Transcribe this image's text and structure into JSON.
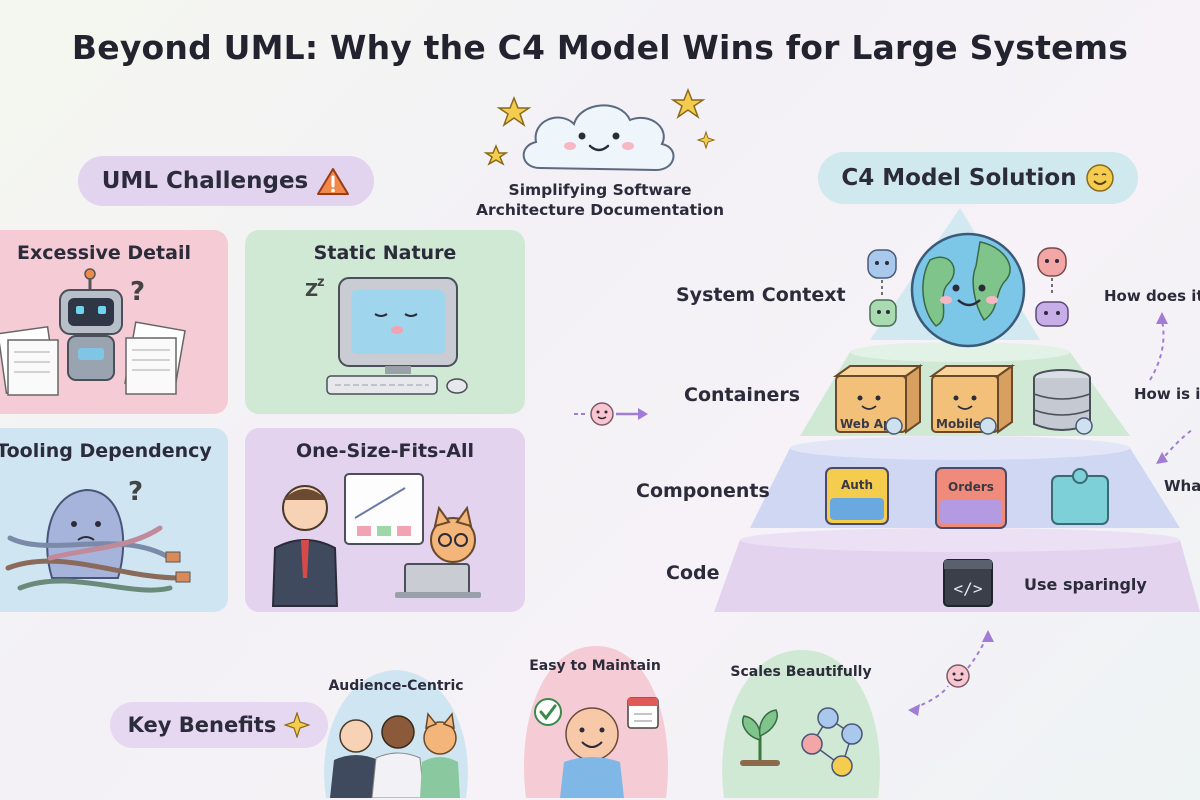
{
  "title": "Beyond UML: Why the C4 Model Wins for Large Systems",
  "subtitle_line1": "Simplifying Software",
  "subtitle_line2": "Architecture Documentation",
  "uml": {
    "heading": "UML Challenges",
    "cards": [
      {
        "title": "Excessive Detail",
        "color": "#f5cbd5"
      },
      {
        "title": "Static Nature",
        "color": "#cfe9d5"
      },
      {
        "title": "Tooling Dependency",
        "color": "#cfe6f2"
      },
      {
        "title": "One-Size-Fits-All",
        "color": "#e3d3ef"
      }
    ]
  },
  "c4": {
    "heading": "C4 Model Solution",
    "levels": [
      {
        "label": "System Context",
        "question": "How does it"
      },
      {
        "label": "Containers",
        "question": "How is it"
      },
      {
        "label": "Components",
        "question": "What"
      },
      {
        "label": "Code",
        "note": "Use sparingly"
      }
    ],
    "containers": [
      "Web App",
      "Mobile"
    ],
    "components": [
      "Auth",
      "Orders"
    ]
  },
  "benefits": {
    "heading": "Key Benefits",
    "items": [
      {
        "label": "Audience-Centric"
      },
      {
        "label": "Easy to Maintain"
      },
      {
        "label": "Scales Beautifully"
      }
    ]
  },
  "colors": {
    "pink": "#f5cbd5",
    "green": "#cfe9d5",
    "blue": "#cfe6f2",
    "purple": "#e3d3ef",
    "accent_arrow": "#a07cd6"
  }
}
